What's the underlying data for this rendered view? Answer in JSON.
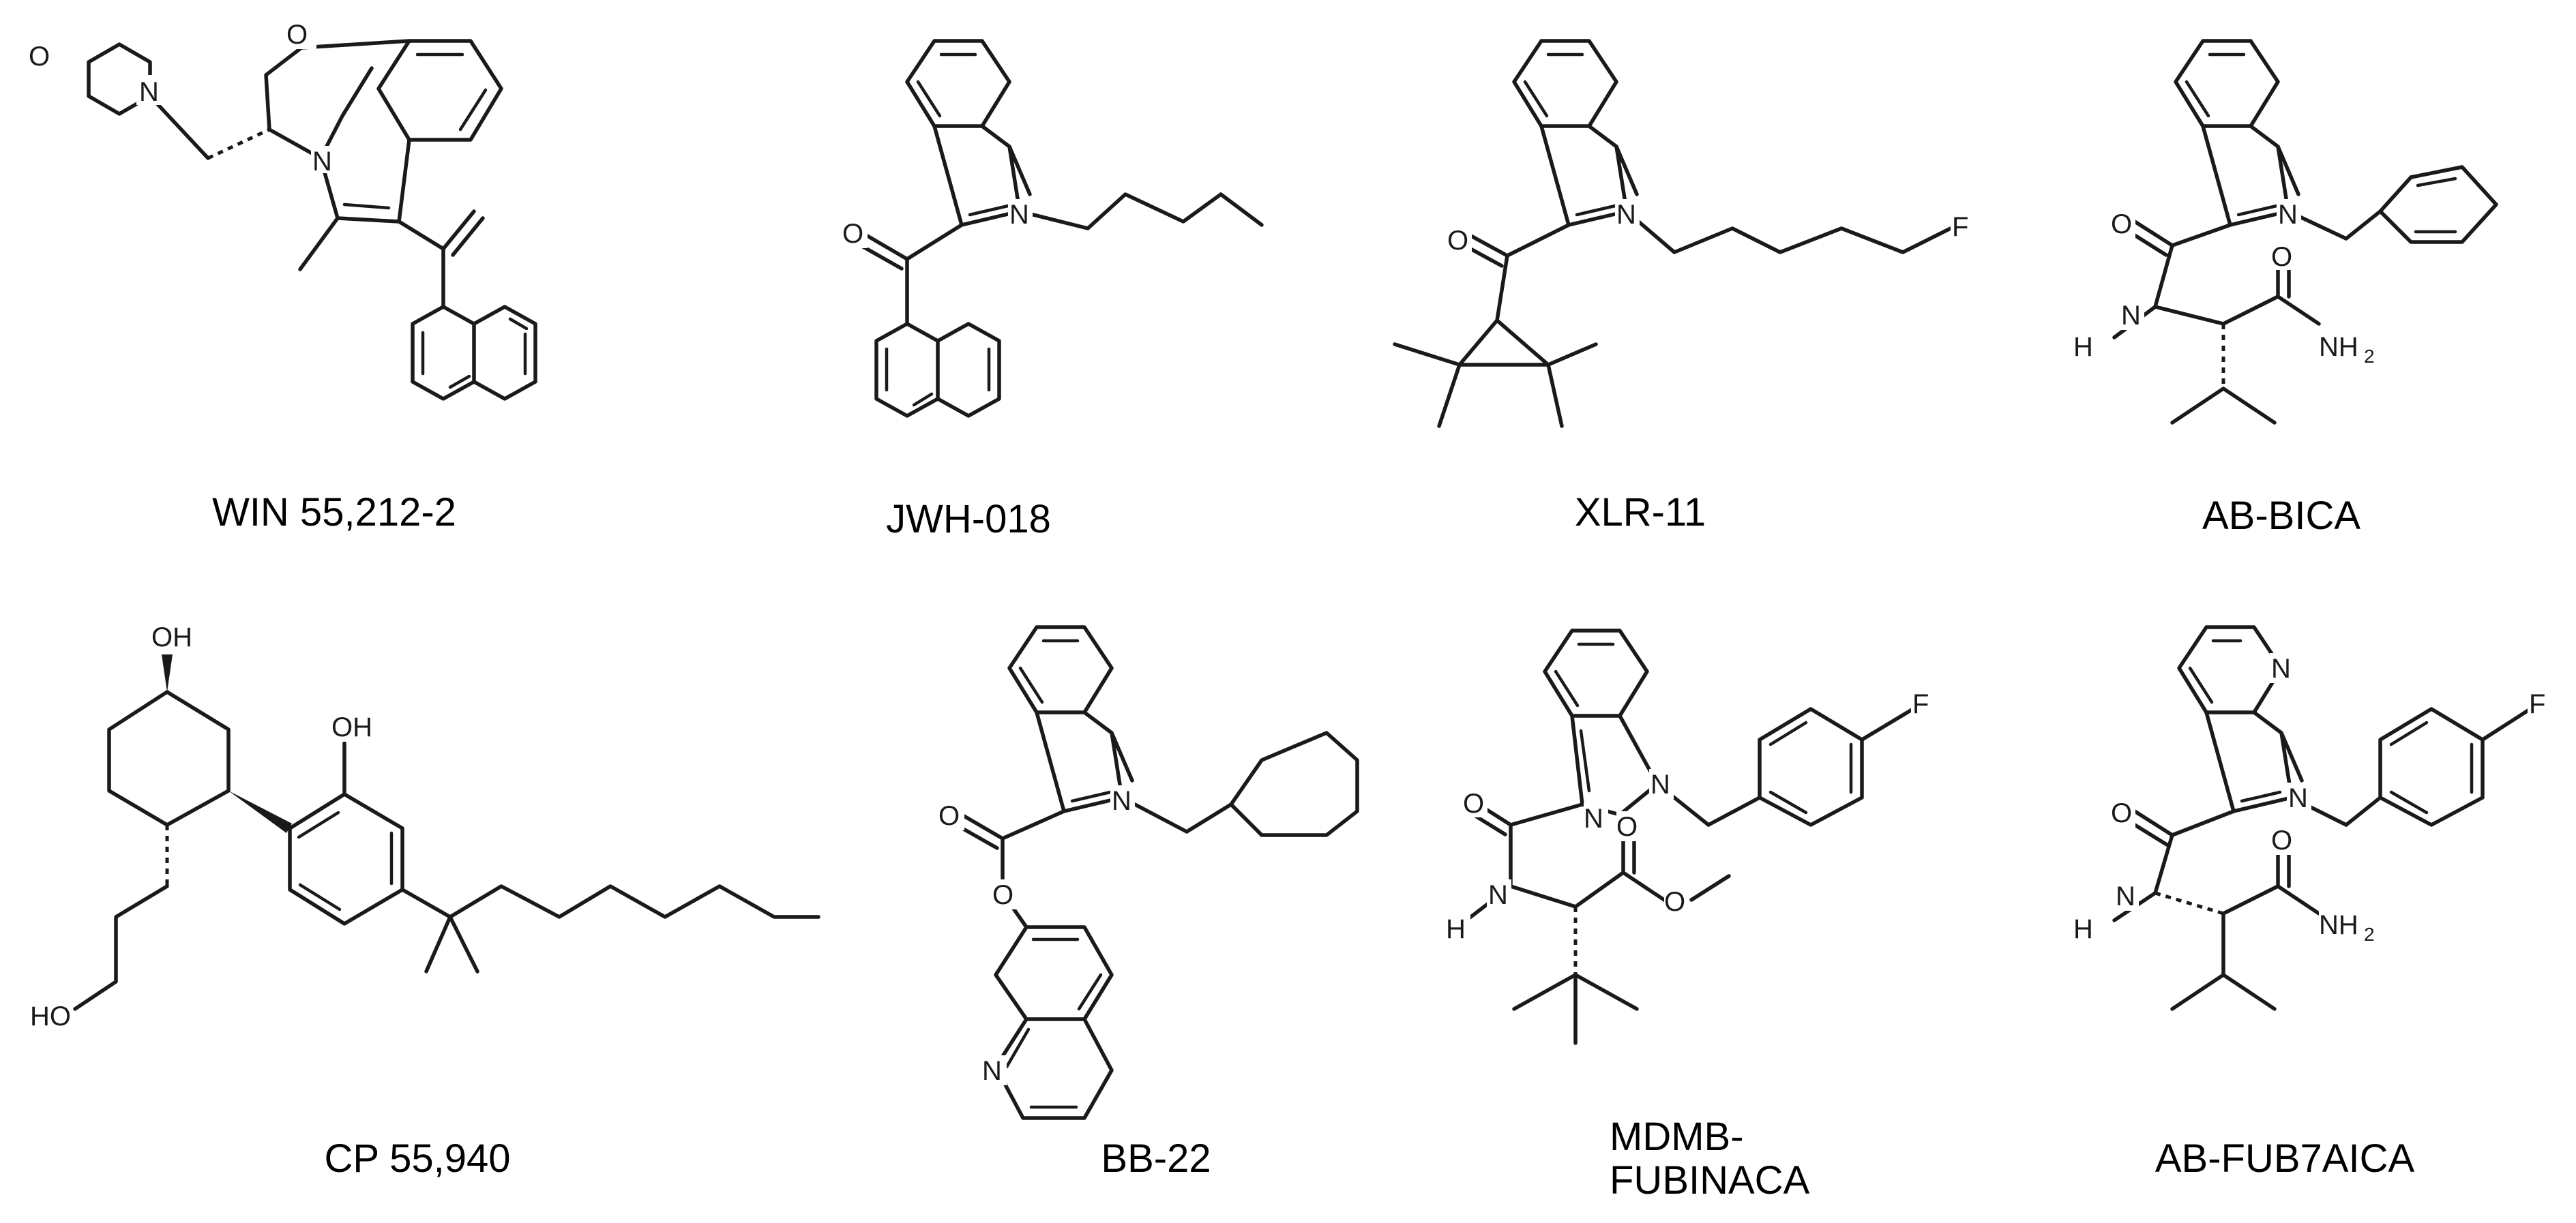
{
  "compounds": [
    {
      "name": "WIN 55,212-2",
      "atoms": [
        "O",
        "N",
        "N",
        "O"
      ]
    },
    {
      "name": "JWH-018",
      "atoms": [
        "O",
        "N"
      ]
    },
    {
      "name": "XLR-11",
      "atoms": [
        "O",
        "N",
        "F"
      ]
    },
    {
      "name": "AB-BICA",
      "atoms": [
        "O",
        "N",
        "H",
        "N",
        "O",
        "NH",
        "2"
      ]
    },
    {
      "name": "CP 55,940",
      "atoms": [
        "OH",
        "OH",
        "HO"
      ]
    },
    {
      "name": "BB-22",
      "atoms": [
        "O",
        "O",
        "N",
        "N"
      ]
    },
    {
      "name": "MDMB-FUBINACA",
      "name_lines": [
        "MDMB-",
        "FUBINACA"
      ],
      "atoms": [
        "O",
        "N",
        "N",
        "F",
        "H",
        "N",
        "O",
        "O"
      ]
    },
    {
      "name": "AB-FUB7AICA",
      "atoms": [
        "N",
        "N",
        "F",
        "O",
        "H",
        "N",
        "O",
        "NH",
        "2"
      ]
    }
  ]
}
